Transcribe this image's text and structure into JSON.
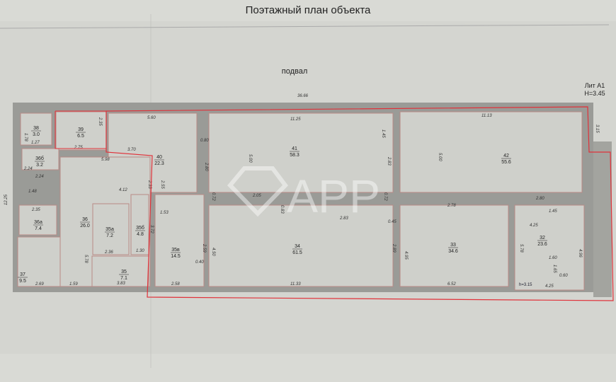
{
  "title": "Поэтажный план объекта",
  "floor_label": "подвал",
  "liter": {
    "name": "Лит А1",
    "height": "H=3.45"
  },
  "ceiling_note": "h=3.15",
  "overall_dimension": "36.66",
  "side_dimension": "12.25",
  "watermark": "APP",
  "colors": {
    "wall": "#9a9b97",
    "room": "#cfd0cb",
    "outline": "#e0323a",
    "paper": "#d9dad5"
  },
  "rooms": [
    {
      "number": "38",
      "area": "3.0"
    },
    {
      "number": "39",
      "area": "6.5"
    },
    {
      "number": "40",
      "area": "22.3"
    },
    {
      "number": "41",
      "area": "58.3"
    },
    {
      "number": "42",
      "area": "55.6"
    },
    {
      "number": "36б",
      "area": "3.2"
    },
    {
      "number": "36а",
      "area": "7.4"
    },
    {
      "number": "36",
      "area": "26.0"
    },
    {
      "number": "35а",
      "area": "7.2"
    },
    {
      "number": "35б",
      "area": "4.8"
    },
    {
      "number": "35",
      "area": "7.1"
    },
    {
      "number": "35в",
      "area": "14.5"
    },
    {
      "number": "34",
      "area": "61.5"
    },
    {
      "number": "33",
      "area": "34.6"
    },
    {
      "number": "32",
      "area": "23.6"
    },
    {
      "number": "37",
      "area": "9.5"
    }
  ],
  "dimensions": [
    "1.78",
    "1.27",
    "2.35",
    "2.75",
    "5.60",
    "3.70",
    "5.98",
    "0.80",
    "2.80",
    "2.33",
    "2.55",
    "11.25",
    "5.00",
    "1.45",
    "2.83",
    "11.13",
    "5.00",
    "2.24",
    "2.24",
    "1.48",
    "4.12",
    "2.35",
    "5.78",
    "3.72",
    "0.72",
    "2.05",
    "0.83",
    "2.83",
    "0.72",
    "2.78",
    "2.80",
    "1.45",
    "4.25",
    "1.53",
    "2.59",
    "4.50",
    "2.89",
    "4.95",
    "5.78",
    "4.96",
    "1.60",
    "0.60",
    "1.65",
    "2.36",
    "1.30",
    "3.83",
    "2.58",
    "11.33",
    "6.52",
    "4.25",
    "2.69",
    "1.59",
    "0.40",
    "0.45",
    "3.15"
  ]
}
